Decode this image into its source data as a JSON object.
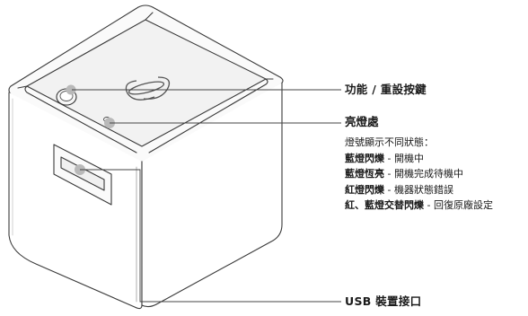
{
  "labels": {
    "function_reset": "功能 / 重設按鍵",
    "light_title": "亮燈處",
    "light_subtitle": "燈號顯示不同狀態：",
    "usb_port": "USB 裝置接口"
  },
  "light_states": [
    {
      "state": "藍燈閃爍",
      "sep": " - ",
      "meaning": "開機中"
    },
    {
      "state": "藍燈恆亮",
      "sep": " - ",
      "meaning": "開機完成待機中"
    },
    {
      "state": "紅燈閃爍",
      "sep": " - ",
      "meaning": "機器狀態錯誤"
    },
    {
      "state": "紅、藍燈交替閃爍",
      "sep": " - ",
      "meaning": "回復原廠設定"
    }
  ],
  "colors": {
    "outline": "#333333",
    "callout_line": "#444444",
    "marker_dot": "#b9b9b9",
    "top_face": "#f4f4f4",
    "body_face": "#fdfdfd"
  }
}
